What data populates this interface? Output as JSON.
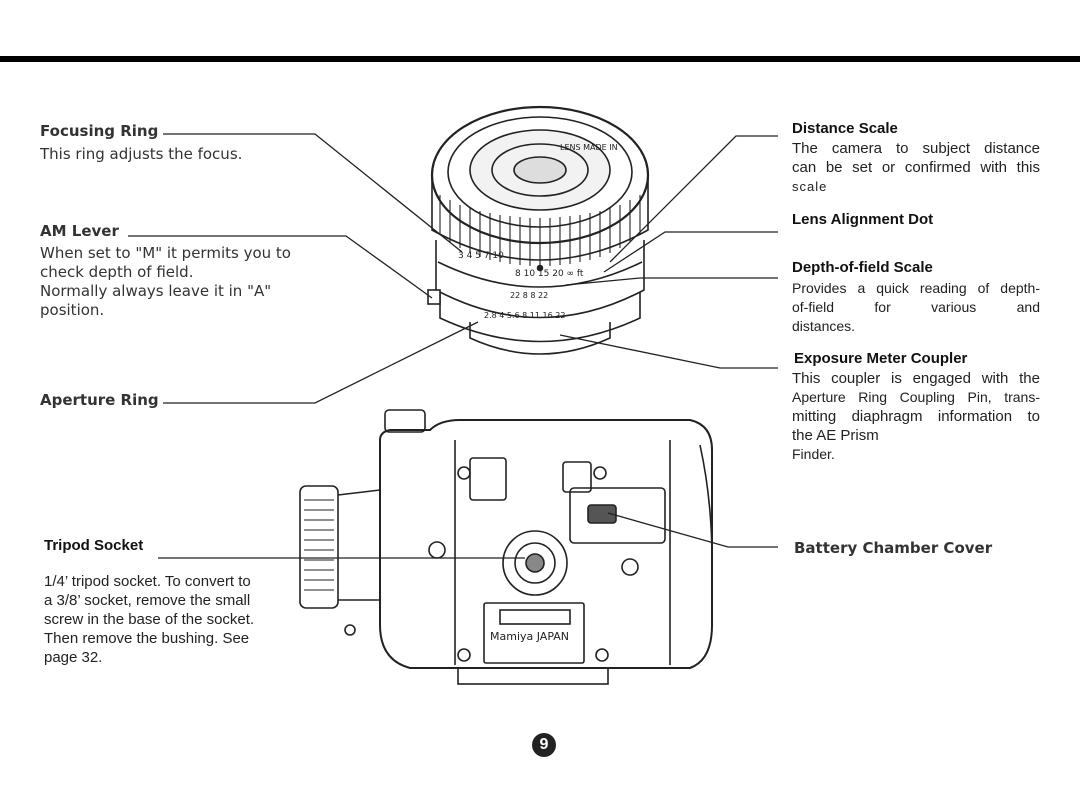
{
  "focusing_ring": {
    "title": "Focusing Ring",
    "desc": "This ring adjusts the focus."
  },
  "am_lever": {
    "title": "AM  Lever",
    "lines": [
      "When set to \"M\" it permits you to",
      "check  depth of field.",
      "Normally always leave it in \"A\"",
      "position."
    ]
  },
  "aperture_ring": {
    "title": "Aperture Ring"
  },
  "tripod_socket": {
    "title": "Tripod Socket",
    "lines": [
      "1/4’ tripod socket. To convert to",
      "a 3/8’ socket, remove the small",
      "screw in the base of the socket.",
      "Then remove the bushing. See",
      "page 32."
    ]
  },
  "distance_scale": {
    "title": "Distance  Scale",
    "lines": [
      "The camera to subject distance",
      "can be set or confirmed with this",
      "scale"
    ]
  },
  "lens_alignment_dot": {
    "title": "Lens  Alignment  Dot"
  },
  "dof_scale": {
    "title": "Depth-of-field  Scale",
    "lines": [
      "Provides a quick reading of depth-",
      "of-field for various and",
      "distances."
    ]
  },
  "exposure_meter_coupler": {
    "title": "Exposure  Meter  Coupler",
    "lines": [
      "This coupler is engaged with the",
      "Aperture Ring Coupling Pin, trans-",
      "mitting diaphragm information to",
      "the AE Prism",
      "Finder."
    ]
  },
  "battery_chamber_cover": {
    "title": "Battery Chamber Cover"
  },
  "lens_engraving": {
    "brand": "LENS MADE IN",
    "distance_scale_numbers": "8  10 15  20 ∞  ft",
    "distance_scale_numbers_m": "3  4  5  7 10",
    "dof_numbers": "22 8 8 22",
    "aperture_numbers": "2.8  4  5.6  8  11  16  22"
  },
  "camera_plate": {
    "text": "Mamiya JAPAN"
  },
  "page_number": "9"
}
